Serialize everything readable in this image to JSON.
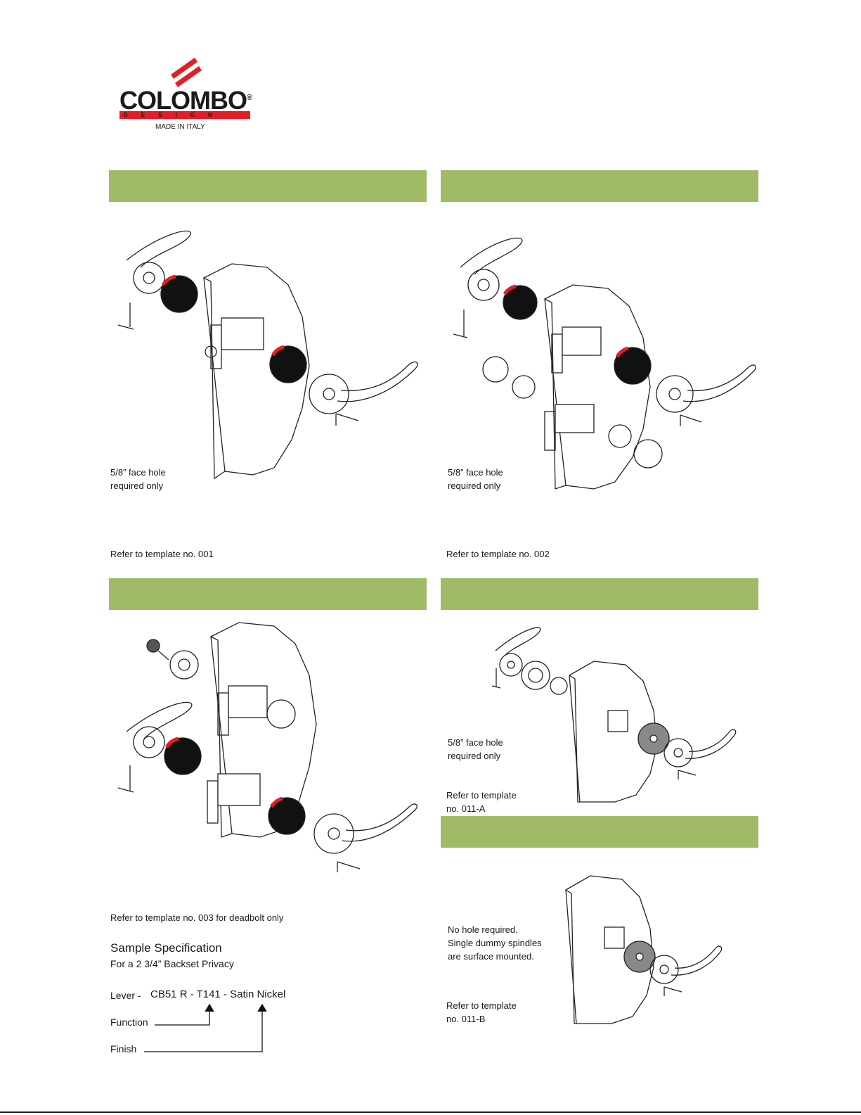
{
  "brand": {
    "name": "COLOMBO",
    "registered": "®",
    "tagline": "DESIGN",
    "origin": "MADE IN ITALY",
    "accent_color": "#e21f26"
  },
  "band_color": "#a0ba68",
  "panels": [
    {
      "id": "p1",
      "note": "5/8” face hole\nrequired only",
      "ref": "Refer to template no. 001"
    },
    {
      "id": "p2",
      "note": "5/8” face hole\nrequired only",
      "ref": "Refer to template no. 002"
    },
    {
      "id": "p3",
      "note": "",
      "ref": "Refer to template no. 003 for deadbolt only"
    },
    {
      "id": "p4",
      "note": "5/8” face hole\nrequired only",
      "ref": "Refer to template\nno. 011-A"
    },
    {
      "id": "p5",
      "note": "No hole required.\nSingle dummy spindles\nare surface mounted.",
      "ref": "Refer to template\nno. 011-B"
    }
  ],
  "spec": {
    "title": "Sample Specification",
    "subtitle": "For a 2 3/4” Backset Privacy",
    "lever_label": "Lever -",
    "lever_code": "CB51 R - T141 - Satin Nickel",
    "function_label": "Function",
    "finish_label": "Finish"
  }
}
